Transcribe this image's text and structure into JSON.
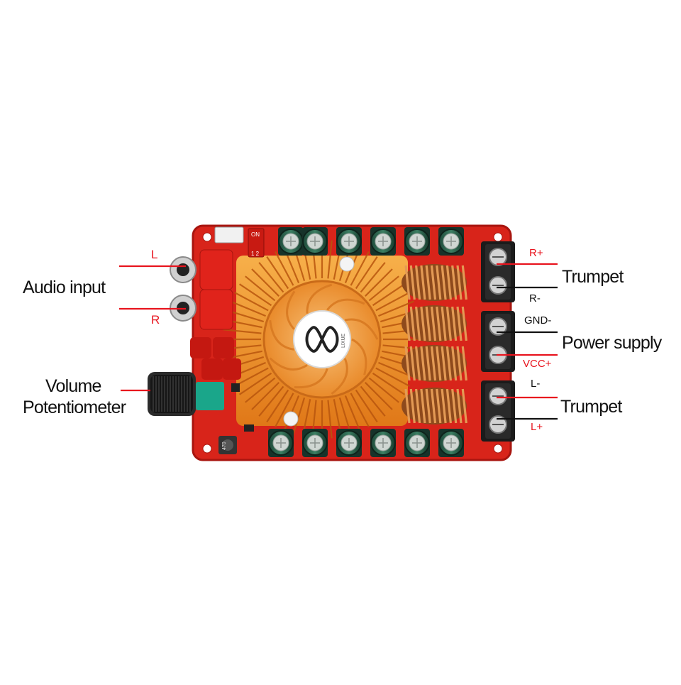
{
  "labels": {
    "audio_input": "Audio input",
    "left_channel": "L",
    "right_channel": "R",
    "volume_line1": "Volume",
    "volume_line2": "Potentiometer",
    "r_plus": "R+",
    "r_minus": "R-",
    "trumpet_top": "Trumpet",
    "gnd": "GND-",
    "power_supply": "Power supply",
    "vcc": "VCC+",
    "l_minus": "L-",
    "trumpet_bottom": "Trumpet",
    "l_plus": "L+"
  },
  "board": {
    "switch_on": "ON",
    "switch_positions": "1 2",
    "fan_brand": "LIXUE",
    "inductor_code": "470"
  },
  "colors": {
    "pcb": "#d8241a",
    "pcb_dark": "#a8150f",
    "heatsink": "#f0982a",
    "label_red": "#e8141e",
    "terminal": "#1b1b1b",
    "copper": "#b9672c"
  }
}
